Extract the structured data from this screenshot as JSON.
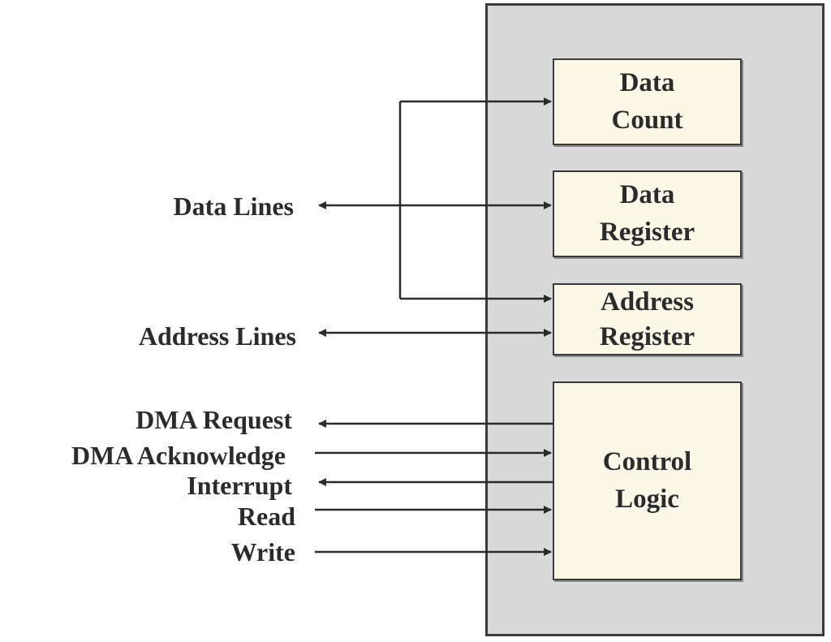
{
  "boxes": {
    "data_count": [
      "Data",
      "Count"
    ],
    "data_register": [
      "Data",
      "Register"
    ],
    "address_register": [
      "Address",
      "Register"
    ],
    "control_logic": [
      "Control",
      "Logic"
    ]
  },
  "signals": {
    "data_lines": "Data Lines",
    "address_lines": "Address Lines",
    "dma_request": "DMA Request",
    "dma_acknowledge": "DMA Acknowledge",
    "interrupt": "Interrupt",
    "read": "Read",
    "write": "Write"
  }
}
